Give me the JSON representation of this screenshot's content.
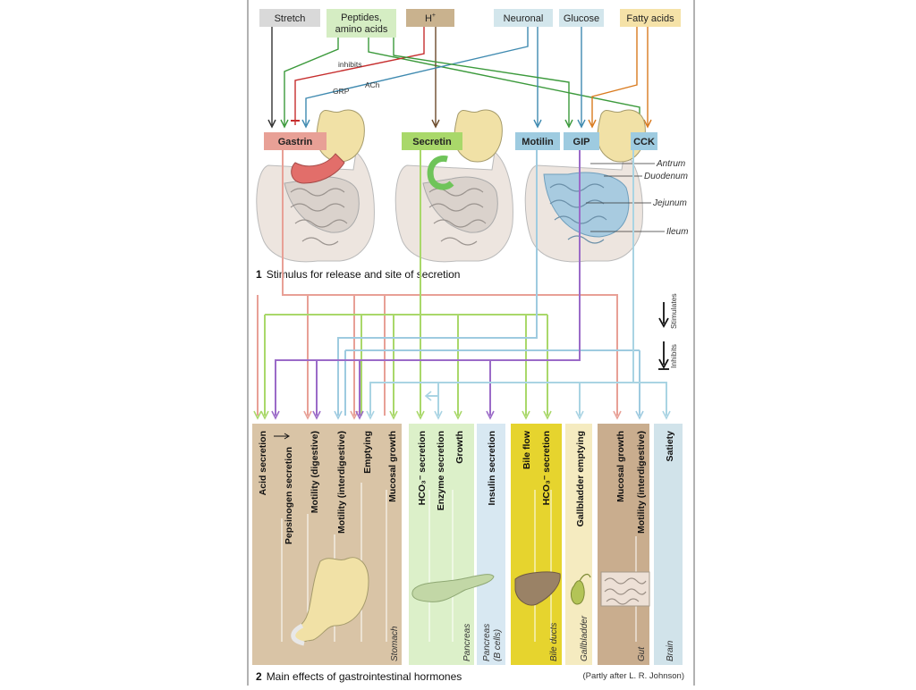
{
  "stimuli": {
    "stretch": "Stretch",
    "peptides_1": "Peptides,",
    "peptides_2": "amino acids",
    "h_plus": "H",
    "h_plus_sup": "+",
    "neuronal": "Neuronal",
    "glucose": "Glucose",
    "fatty_acids": "Fatty acids"
  },
  "pathway_labels": {
    "inhibits": "inhibits",
    "grp": "GRP",
    "ach": "ACh"
  },
  "hormones": {
    "gastrin": "Gastrin",
    "secretin": "Secretin",
    "motilin": "Motilin",
    "gip": "GIP",
    "cck": "CCK"
  },
  "site_labels": {
    "antrum": "Antrum",
    "duodenum": "Duodenum",
    "jejunum": "Jejunum",
    "ileum": "Ileum"
  },
  "section1": {
    "number": "1",
    "title": "Stimulus for release and site of secretion"
  },
  "legend": {
    "stimulates": "Stimulates",
    "inhibits": "Inhibits"
  },
  "effects": {
    "acid_secretion": "Acid secretion",
    "pepsinogen_secretion": "Pepsinogen secretion",
    "motility_digestive": "Motility (digestive)",
    "motility_interdigestive": "Motility (interdigestive)",
    "emptying": "Emptying",
    "mucosal_growth": "Mucosal growth",
    "hco3_secretion_1": "HCO₃⁻ secretion",
    "enzyme_secretion": "Enzyme secretion",
    "growth": "Growth",
    "insulin_secretion": "Insulin secretion",
    "bile_flow": "Bile flow",
    "hco3_secretion_2": "HCO₃⁻ secretion",
    "gallbladder_emptying": "Gallbladder emptying",
    "mucosal_growth_gut": "Mucosal growth",
    "motility_interdigestive_gut": "Motility (interdigestive)",
    "satiety": "Satiety"
  },
  "organs": {
    "stomach": "Stomach",
    "pancreas": "Pancreas",
    "pancreas_b_1": "Pancreas",
    "pancreas_b_2": "(B cells)",
    "bile_ducts": "Bile ducts",
    "gallbladder": "Gallbladder",
    "gut": "Gut",
    "brain": "Brain"
  },
  "section2": {
    "number": "2",
    "title": "Main effects of gastrointestinal hormones"
  },
  "credit": "(Partly after L. R. Johnson)",
  "colors": {
    "gastrin": "#e8a096",
    "secretin": "#a9d86a",
    "motilin": "#9ecbe0",
    "gip": "#9b6bc8",
    "cck": "#a9d4e3",
    "stomach_panel": "#d9c4a6",
    "pancreas_panel": "#dcf0c9",
    "pancreas_b_panel": "#d8e8f2",
    "bile_panel": "#e6d42e",
    "gallbladder_panel": "#f5ebc0",
    "gut_panel": "#c9ad8e",
    "brain_panel": "#d1e3ea"
  }
}
